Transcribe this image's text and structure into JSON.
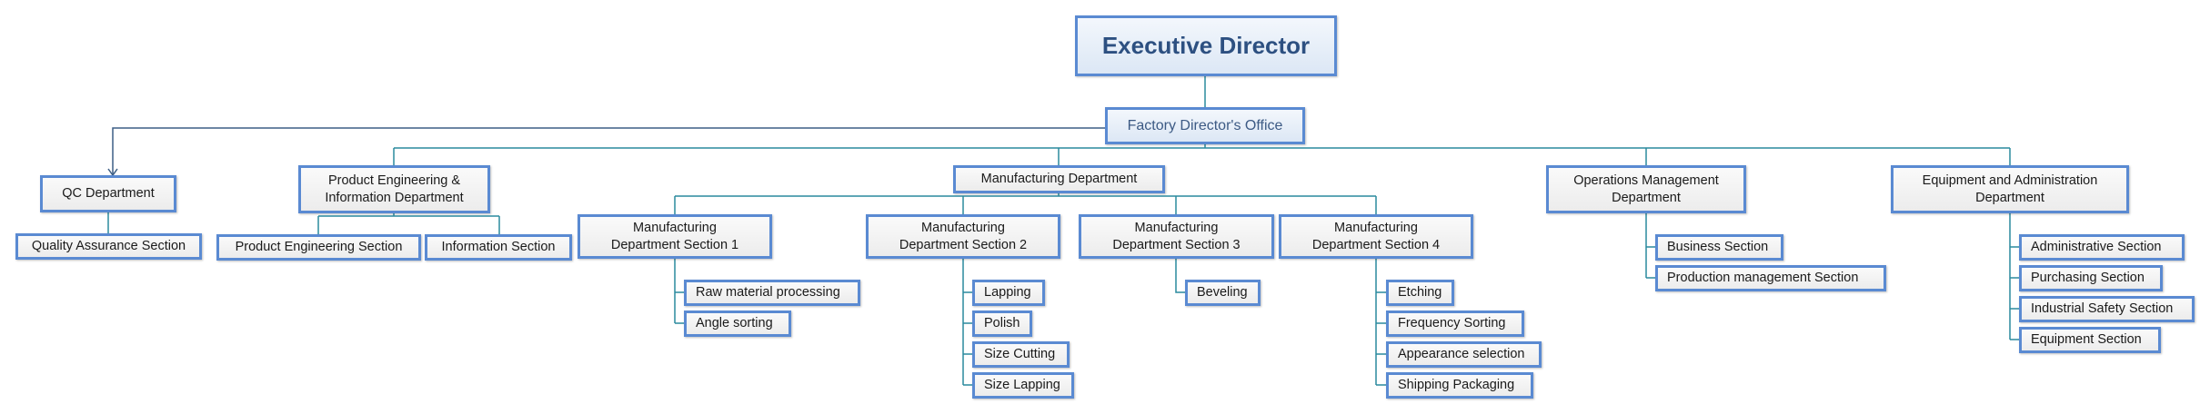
{
  "executive": "Executive Director",
  "office": "Factory Director's Office",
  "qc": {
    "name": "QC Department",
    "sections": [
      "Quality Assurance Section"
    ]
  },
  "pe": {
    "name": "Product Engineering & Information Department",
    "sections": [
      "Product Engineering Section",
      "Information Section"
    ]
  },
  "mfg": {
    "name": "Manufacturing Department",
    "sec1": {
      "name": "Manufacturing Department Section 1",
      "items": [
        "Raw material processing",
        "Angle sorting"
      ]
    },
    "sec2": {
      "name": "Manufacturing Department Section 2",
      "items": [
        "Lapping",
        "Polish",
        "Size Cutting",
        "Size Lapping"
      ]
    },
    "sec3": {
      "name": "Manufacturing Department Section 3",
      "items": [
        "Beveling"
      ]
    },
    "sec4": {
      "name": "Manufacturing Department Section 4",
      "items": [
        "Etching",
        "Frequency Sorting",
        "Appearance selection",
        "Shipping Packaging"
      ]
    }
  },
  "ops": {
    "name": "Operations Management Department",
    "sections": [
      "Business Section",
      "Production management Section"
    ]
  },
  "equip": {
    "name": "Equipment and Administration Department",
    "sections": [
      "Administrative Section",
      "Purchasing Section",
      "Industrial Safety Section",
      "Equipment Section"
    ]
  }
}
